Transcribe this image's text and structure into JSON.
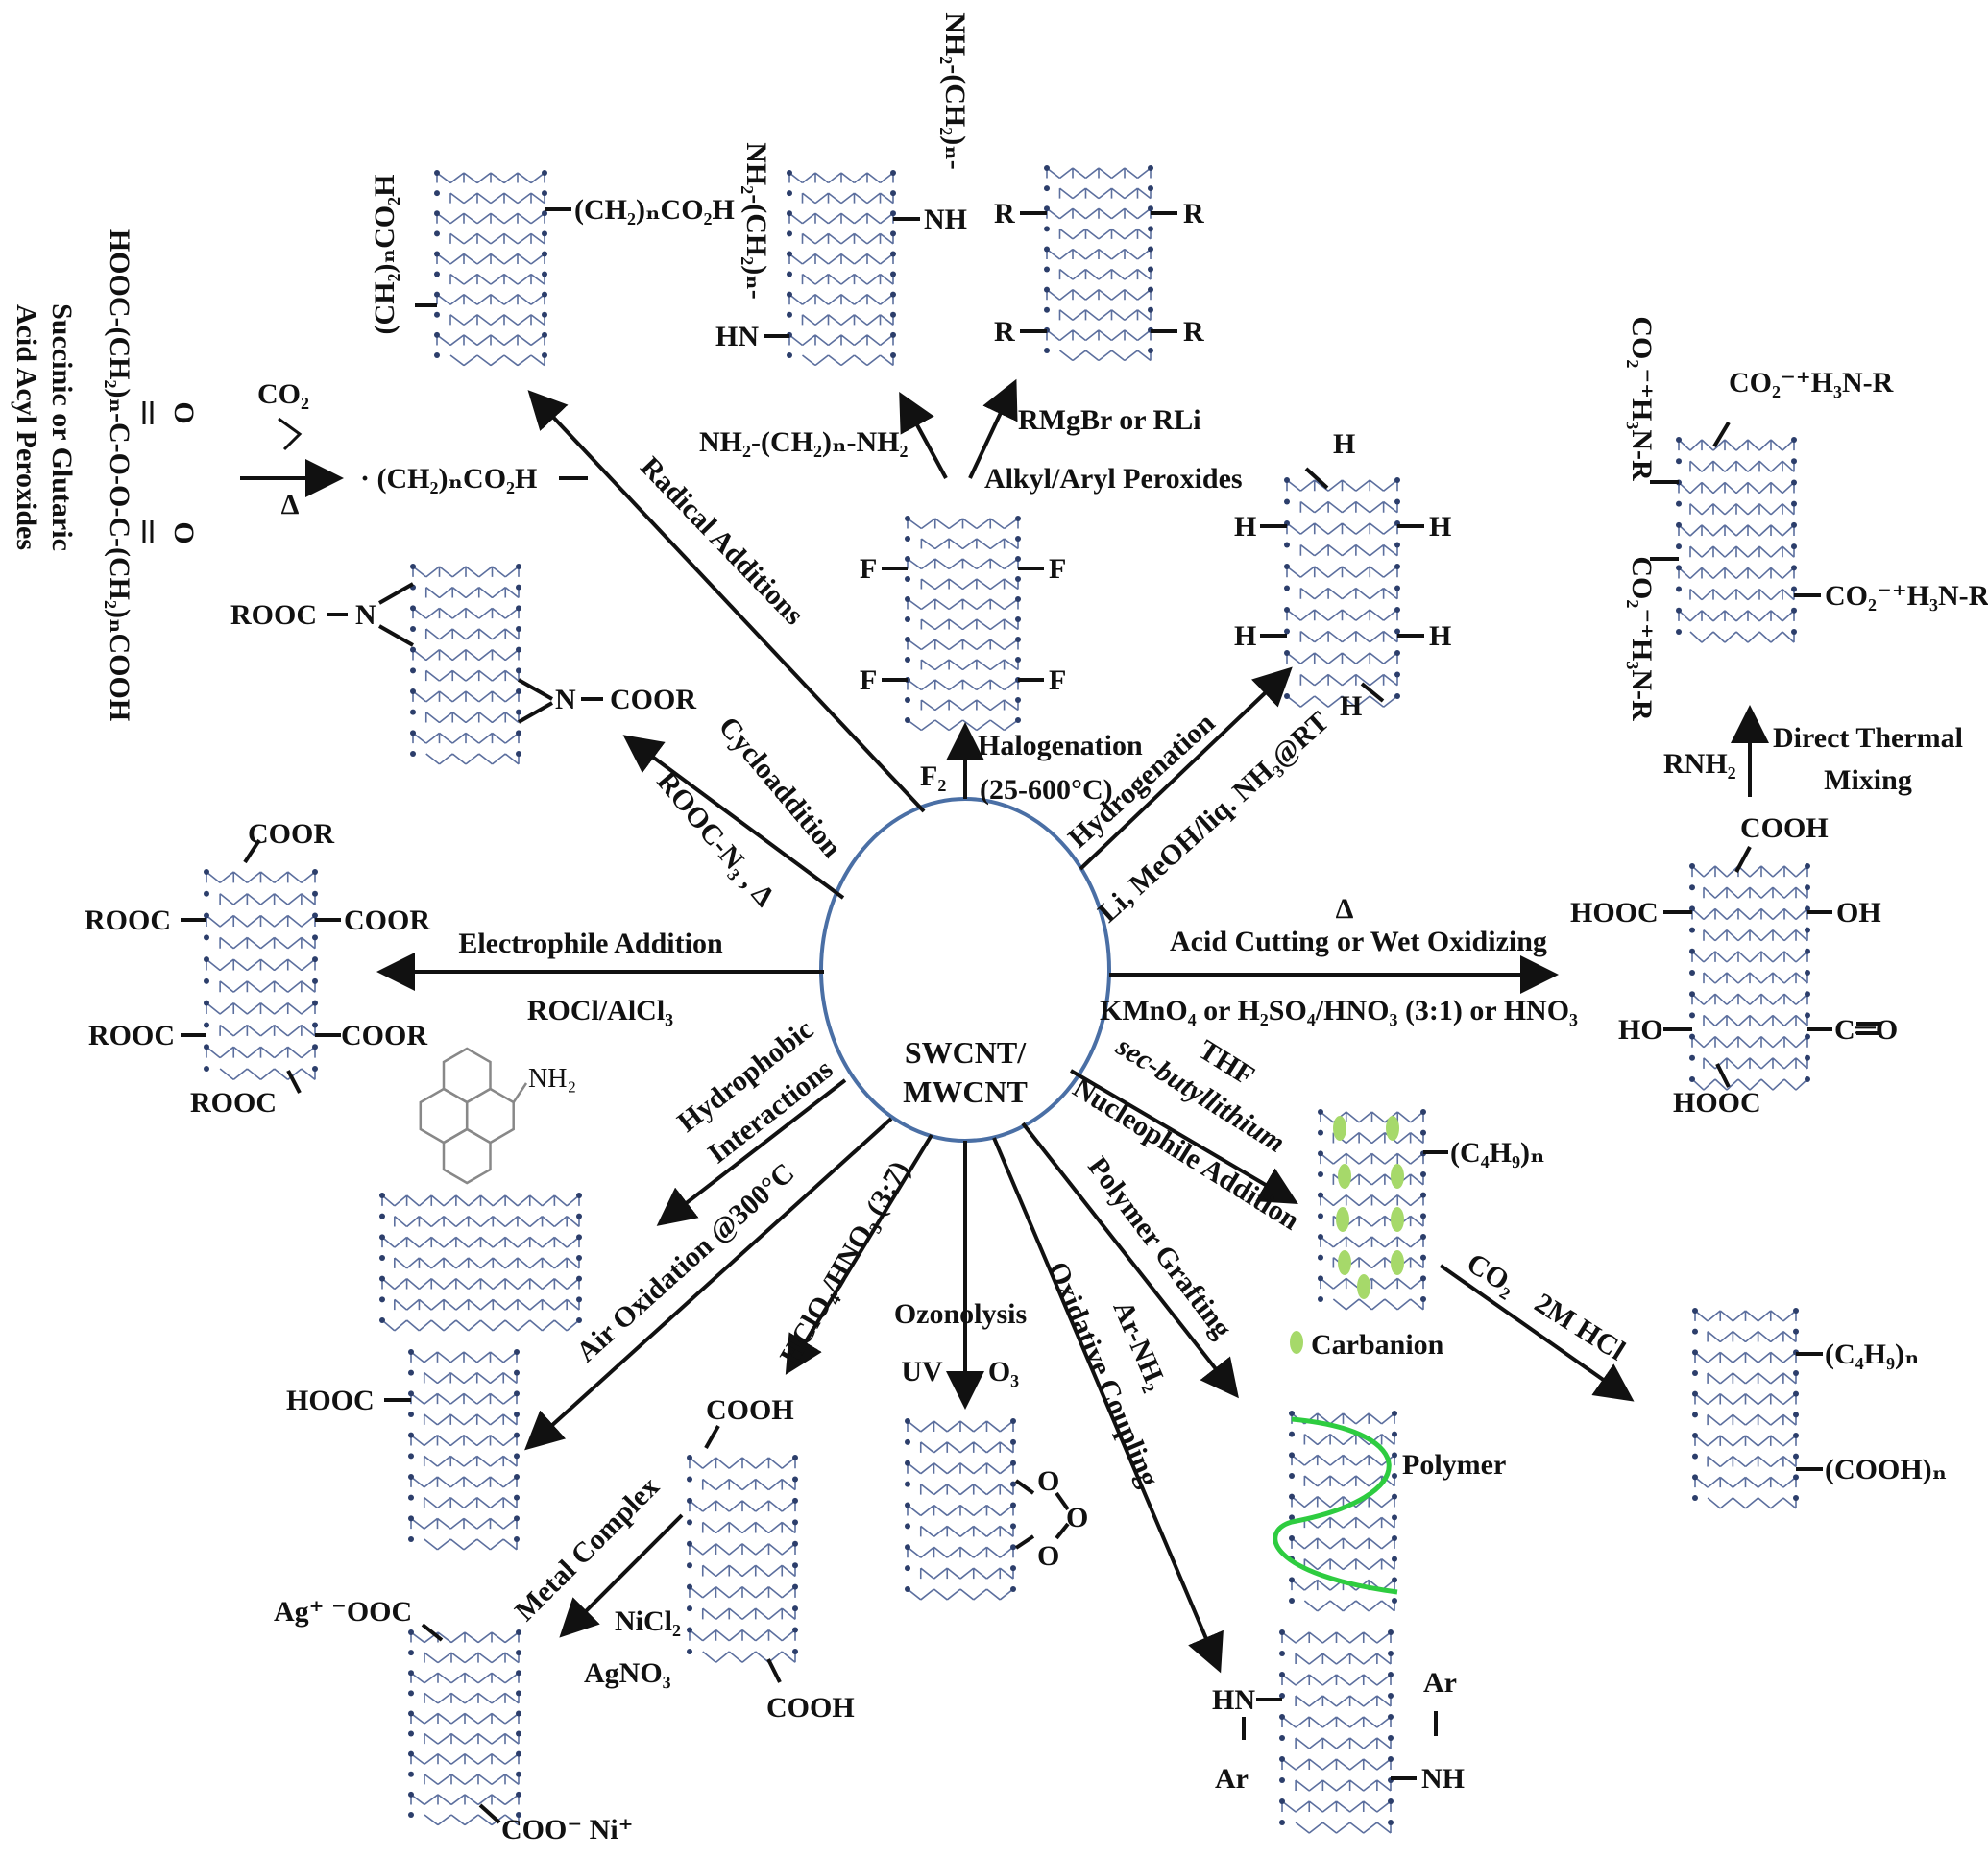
{
  "center": {
    "line1": "SWCNT/",
    "line2": "MWCNT"
  },
  "reactions": {
    "radical": {
      "name": "Radical Additions"
    },
    "halogenation": {
      "name": "Halogenation",
      "temp": "(25-600°C)",
      "reagent": "F₂"
    },
    "hydrogenation": {
      "name": "Hydrogenation",
      "reagent": "Li, MeOH/liq. NH₃@RT"
    },
    "acid": {
      "name": "Acid Cutting",
      "delta": "Δ",
      "alt": "or Wet Oxidizing",
      "reagent": "KMnO₄ or H₂SO₄/HNO₃ (3:1) or HNO₃"
    },
    "nucleophile": {
      "reagent1": "THF",
      "reagent2": "sec-butyllithium",
      "name": "Nucleophile Addition"
    },
    "polymer": {
      "name": "Polymer Grafting"
    },
    "oxidative": {
      "reagent": "Ar-NH₂",
      "name": "Oxidative Coupling"
    },
    "ozonolysis": {
      "name": "Ozonolysis",
      "uv": "UV",
      "o3": "O₃"
    },
    "hclo4": {
      "reagent": "HClO₄/HNO₃ (3:7)"
    },
    "air": {
      "name": "Air Oxidation @300°C"
    },
    "hydrophobic": {
      "line1": "Hydrophobic",
      "line2": "Interactions"
    },
    "electrophile": {
      "name": "Electrophile Addition",
      "reagent": "ROCl/AlCl₃"
    },
    "cycloaddition": {
      "name": "Cycloaddition",
      "reagent": "ROOC-N₃ , Δ"
    },
    "diamine": {
      "reagent": "NH₂-(CH₂)ₙ-NH₂"
    },
    "grignard": {
      "reagent1": "RMgBr or RLi",
      "reagent2": "Alkyl/Aryl  Peroxides"
    },
    "thermal": {
      "reagent": "RNH₂",
      "line1": "Direct Thermal",
      "line2": "Mixing"
    },
    "secondary": {
      "co2": "CO₂",
      "hcl": "2M HCl"
    },
    "metal": {
      "name": "Metal Complex",
      "reagent1": "NiCl₂",
      "reagent2": "AgNO₃"
    }
  },
  "peroxide": {
    "formula": "HOOC-(CH₂)ₙ-C-O-O-C-(CH₂)ₙCOOH",
    "o1": "O",
    "o2": "O",
    "name1": "Succinic  or  Glutaric",
    "name2": "Acid Acyl Peroxides",
    "co2": "CO₂",
    "delta": "Δ",
    "radical": "· (CH₂)ₙCO₂H"
  },
  "products": {
    "radical": {
      "right": "(CH₂)ₙCO₂H",
      "left": "(CH₂)ₙCO₂H"
    },
    "diamine": {
      "top": "NH₂-(CH₂)ₙ-",
      "nh": "NH",
      "left": "NH₂-(CH₂)ₙ-",
      "hn": "HN"
    },
    "grignard": {
      "r": "R"
    },
    "fluoro": {
      "f": "F"
    },
    "hydro": {
      "h": "H"
    },
    "amine_salt": {
      "top": "CO₂⁻⁺H₃N-R",
      "left1": "CO₂⁻⁺H₃N-R",
      "left2": "CO₂⁻⁺H₃N-R",
      "right": "CO₂⁻⁺H₃N-R"
    },
    "oxidized": {
      "cooh": "COOH",
      "hooc1": "HOOC",
      "oh": "OH",
      "ho": "HO",
      "co": "C═O",
      "hooc2": "HOOC"
    },
    "aziridine": {
      "left": "ROOC",
      "n": "N",
      "right": "COOR"
    },
    "ester": {
      "coor": "COOR",
      "rooc": "ROOC"
    },
    "pyrene": {
      "nh2": "NH₂"
    },
    "air": {
      "hooc": "HOOC"
    },
    "hclo4": {
      "top": "COOH",
      "bottom": "COOH"
    },
    "metal": {
      "top": "Ag⁺  ⁻OOC",
      "bottom": "COO⁻ Ni⁺"
    },
    "nucleophile": {
      "label": "(C₄H₉)ₙ",
      "legend": "Carbanion"
    },
    "final": {
      "label1": "(C₄H₉)ₙ",
      "label2": "(COOH)ₙ"
    },
    "polymer": {
      "label": "Polymer"
    },
    "arylamine": {
      "hn": "HN",
      "ar": "Ar",
      "nh": "NH"
    }
  },
  "colors": {
    "tube": "#5c6f9e",
    "node": "#2c3e6b",
    "hub_ring": "#4a6fa5",
    "polymer": "#2ecc40",
    "carbanion": "#a6d96a"
  }
}
